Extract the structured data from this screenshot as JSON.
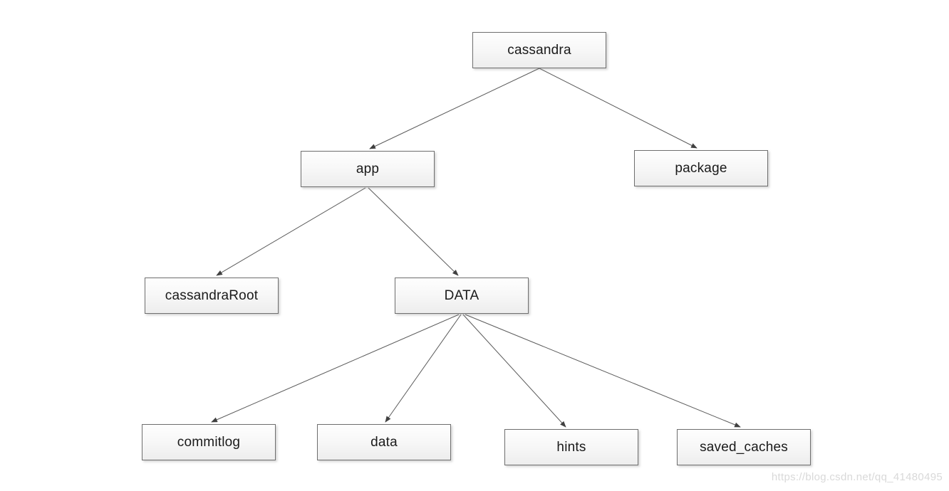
{
  "diagram": {
    "type": "tree",
    "nodes": {
      "cassandra": {
        "label": "cassandra"
      },
      "app": {
        "label": "app"
      },
      "package": {
        "label": "package"
      },
      "cassandraRoot": {
        "label": "cassandraRoot"
      },
      "DATA": {
        "label": "DATA"
      },
      "commitlog": {
        "label": "commitlog"
      },
      "data": {
        "label": "data"
      },
      "hints": {
        "label": "hints"
      },
      "saved_caches": {
        "label": "saved_caches"
      }
    },
    "edges": [
      {
        "from": "cassandra",
        "to": "app"
      },
      {
        "from": "cassandra",
        "to": "package"
      },
      {
        "from": "app",
        "to": "cassandraRoot"
      },
      {
        "from": "app",
        "to": "DATA"
      },
      {
        "from": "DATA",
        "to": "commitlog"
      },
      {
        "from": "DATA",
        "to": "data"
      },
      {
        "from": "DATA",
        "to": "hints"
      },
      {
        "from": "DATA",
        "to": "saved_caches"
      }
    ],
    "colors": {
      "background": "#ffffff",
      "node_border": "#6f6f6f",
      "node_fill_top": "#fefefe",
      "node_fill_bottom": "#ededed",
      "edge_line": "#5a5a5a",
      "arrowhead": "#404040",
      "node_text": "#1a1a1a",
      "watermark_text": "#d9d9d9"
    }
  },
  "watermark": {
    "text": "https://blog.csdn.net/qq_41480495"
  }
}
